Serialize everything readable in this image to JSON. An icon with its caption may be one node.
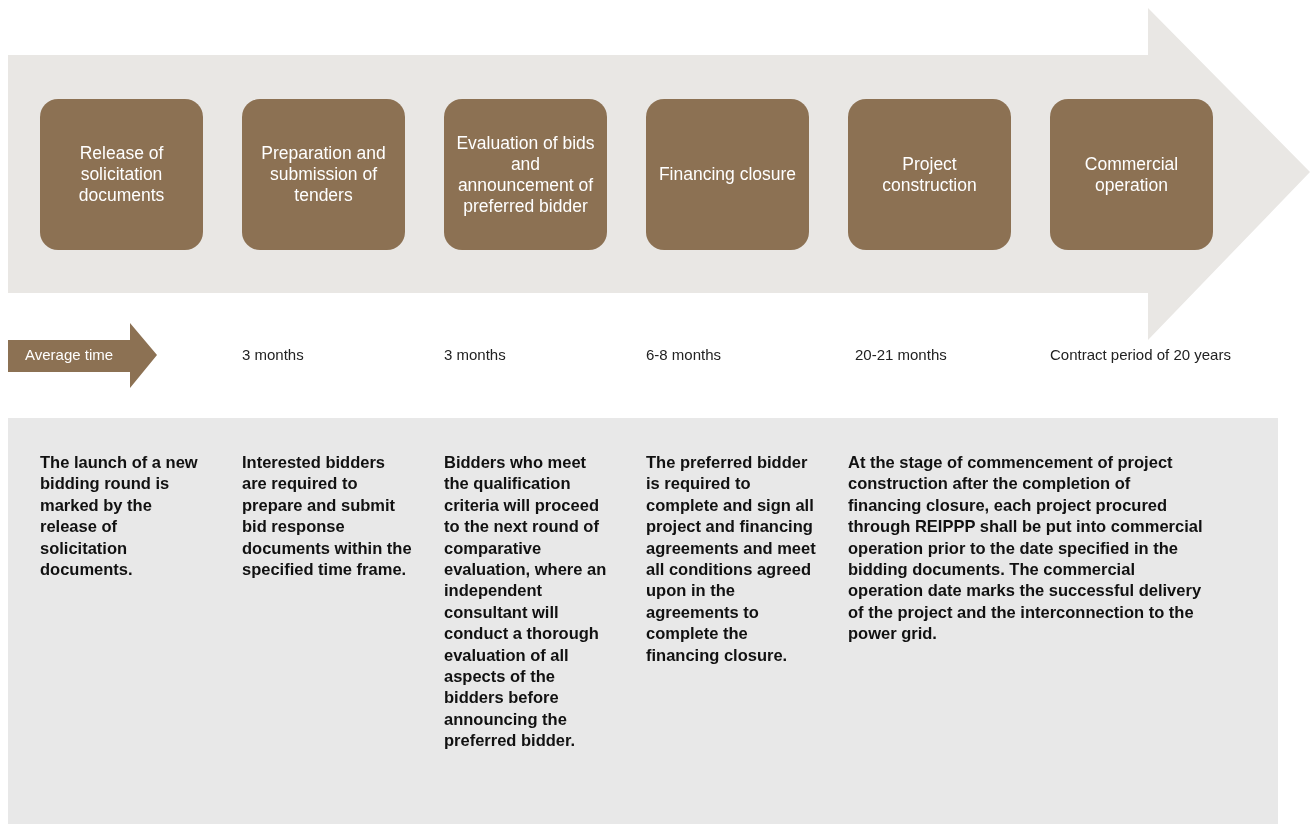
{
  "diagram": {
    "nodes": [
      {
        "text": [
          "Release of solicitation documents"
        ]
      },
      {
        "text": [
          "Preparation and submission of tenders"
        ]
      },
      {
        "text": [
          "Evaluation of bids and announcement of preferred bidder"
        ]
      },
      {
        "text": [
          "Financing closure"
        ]
      },
      {
        "text": [
          "Project construction"
        ]
      },
      {
        "text": [
          "Commercial operation"
        ]
      },
      {
        "text": [
          "Average time"
        ]
      },
      {
        "text": [
          "The launch of a new bidding round is marked by the release of solicitation documents.",
          "Interested bidders are required to prepare and submit bid response documents within the specified time frame.",
          "Bidders who meet the qualification criteria will proceed to the next round of comparative evaluation, where an independent consultant will conduct a thorough evaluation of all aspects of the bidders before announcing the preferred bidder.",
          "The preferred bidder is required to complete and sign all project and financing agreements and meet all conditions agreed upon in the agreements to complete the financing closure.",
          "At the stage of commencement of project construction after the completion of financing closure, each project procured through REIPPP shall be put into commercial operation prior to the date specified in the bidding documents. The commercial operation date marks the successful delivery of the project and the interconnection to the power grid."
        ]
      }
    ],
    "edges": [],
    "labels": [
      "3 months",
      "3 months",
      "6-8 months",
      "20-21 months",
      "Contract period of 20 years"
    ]
  }
}
